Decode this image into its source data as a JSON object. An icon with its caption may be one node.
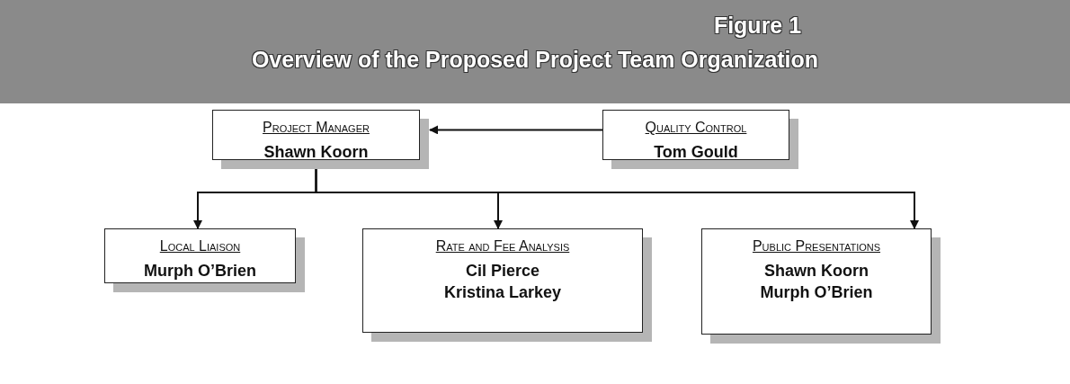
{
  "diagram": {
    "title": "Overview of the Proposed Project Team Organization",
    "nodes": [
      {
        "text": [
          "Project Manager",
          "Shawn Koorn"
        ]
      },
      {
        "text": [
          "Quality Control",
          "Tom Gould"
        ]
      },
      {
        "text": [
          "Local Liaison",
          "Murph O’Brien"
        ]
      },
      {
        "text": [
          "Rate and Fee Analysis",
          "Cil Pierce",
          "Kristina Larkey"
        ]
      },
      {
        "text": [
          "Public Presentations",
          "Shawn Koorn",
          "Murph O’Brien"
        ]
      }
    ],
    "edges": [
      {
        "from": 1,
        "to": 0,
        "arrow": "to"
      },
      {
        "from": 0,
        "to": 2,
        "arrow": "to"
      },
      {
        "from": 0,
        "to": 3,
        "arrow": "to"
      },
      {
        "from": 0,
        "to": 4,
        "arrow": "to"
      }
    ],
    "labels": [
      "Figure 1"
    ]
  }
}
